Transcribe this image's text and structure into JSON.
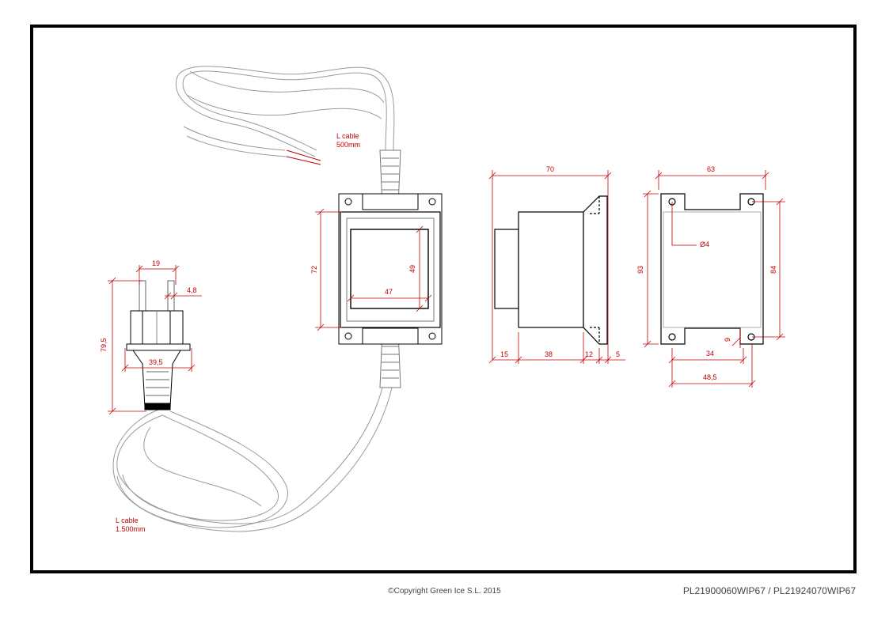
{
  "drawing": {
    "dimensions": {
      "pin_spacing": "19",
      "pin_diameter": "4,8",
      "plug_height": "79,5",
      "plug_width": "39,5",
      "body_height": "72",
      "window_height": "49",
      "window_width": "47",
      "side_total_length": "70",
      "side_seg_1": "15",
      "side_seg_2": "38",
      "side_seg_3": "12",
      "side_seg_4": "5",
      "back_width": "63",
      "back_height": "93",
      "back_inner_height": "84",
      "hole_diameter": "Ø4",
      "hole_offset": "9",
      "notch_width": "34",
      "hole_spacing": "48,5"
    },
    "cable_labels": {
      "cable_top_line1": "L cable",
      "cable_top_line2": "500mm",
      "cable_bottom_line1": "L cable",
      "cable_bottom_line2": "1.500mm"
    },
    "colors": {
      "frame": "#000000",
      "dimension": "#c00000",
      "cable": "#999999",
      "body": "#000000"
    }
  },
  "footer": {
    "copyright": "©Copyright Green Ice S.L. 2015",
    "part_number": "PL21900060WIP67 / PL21924070WIP67"
  }
}
